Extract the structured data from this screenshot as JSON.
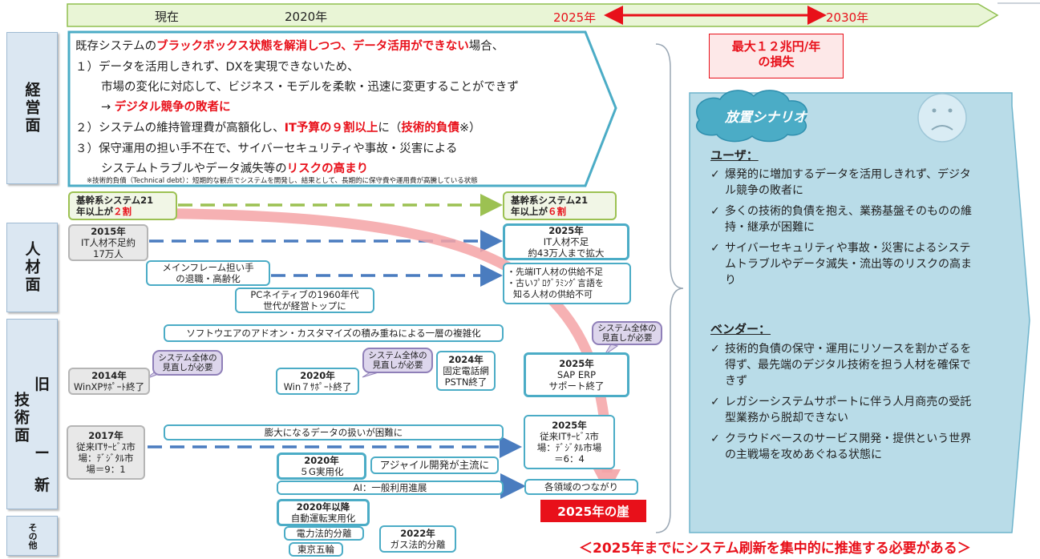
{
  "timeline": {
    "now": "現在",
    "y2020": "2020年",
    "y2025": "2025年",
    "y2030": "2030年"
  },
  "loss": {
    "line1": "最大１２兆円/年",
    "line2": "の損失"
  },
  "rows": {
    "management": "経営面",
    "people": "人材面",
    "tech_main": "技術面",
    "tech_old": "旧",
    "tech_dash": "ー",
    "tech_new": "新",
    "other": "その他"
  },
  "issue": {
    "intro_pre": "既存システムの",
    "intro_red": "ブラックボックス状態を解消しつつ、データ活用ができない",
    "intro_post": "場合、",
    "l1": "１）データを活用しきれず、DXを実現できないため、",
    "l1b": "市場の変化に対応して、ビジネス・モデルを柔軟・迅速に変更することができず",
    "l1c_arrow": "→",
    "l1c_red": "デジタル競争の敗者に",
    "l2_pre": "２）システムの維持管理費が高額化し、",
    "l2_red": "IT予算の９割以上",
    "l2_mid": "に（",
    "l2_red2": "技術的負債",
    "l2_post": "※）",
    "l3": "３）保守運用の担い手不在で、サイバーセキュリティや事故・災害による",
    "l3b_pre": "システムトラブルやデータ滅失等の",
    "l3b_red": "リスクの高まり",
    "note": "※技術的負債（Technical debt）：短期的な観点でシステムを開発し、結果として、長期的に保守費や運用費が高騰している状態"
  },
  "boxes": {
    "core_now_1": "基幹系システム21",
    "core_now_2a": "年以上が",
    "core_now_2b": "２割",
    "core_2025_1": "基幹系システム21",
    "core_2025_2a": "年以上が",
    "core_2025_2b": "６割",
    "it2015_1": "2015年",
    "it2015_2": "IT人材不足約",
    "it2015_3": "17万人",
    "it2025_1": "2025年",
    "it2025_2": "IT人材不足",
    "it2025_3": "約43万人まで拡大",
    "mf_1": "メインフレーム担い手",
    "mf_2": "の退職・高齢化",
    "adv_1": "・先端IT人材の供給不足",
    "adv_2": "・古いﾌﾟﾛｸﾞﾗﾐﾝｸﾞ言語を",
    "adv_3": "知る人材の供給不可",
    "pc_1": "PCネイティブの1960年代",
    "pc_2": "世代が経営トップに",
    "soft": "ソフトウエアのアドオン・カスタマイズの積み重ねによる一層の複雑化",
    "need1_1": "システム全体の",
    "need1_2": "見直しが必要",
    "need2_1": "システム全体の",
    "need2_2": "見直しが必要",
    "need3_1": "システム全体の",
    "need3_2": "見直しが必要",
    "xp_1": "2014年",
    "xp_2": "WinXPｻﾎﾟｰﾄ終了",
    "w7_1": "2020年",
    "w7_2": "Win７ｻﾎﾟｰﾄ終了",
    "pstn_1": "2024年",
    "pstn_2": "固定電話網",
    "pstn_3": "PSTN終了",
    "sap_1": "2025年",
    "sap_2": "SAP ERP",
    "sap_3": "サポート終了",
    "svc2017_1": "2017年",
    "svc2017_2": "従来ITｻｰﾋﾞｽ市",
    "svc2017_3": "場：ﾃﾞｼﾞﾀﾙ市",
    "svc2017_4": "場＝9：1",
    "data": "膨大になるデータの扱いが困難に",
    "svc2025_1": "2025年",
    "svc2025_2": "従来ITｻｰﾋﾞｽ市",
    "svc2025_3": "場：ﾃﾞｼﾞﾀﾙ市場",
    "svc2025_4": "＝6：4",
    "g5_1": "2020年",
    "g5_2": "５G実用化",
    "agile": "アジャイル開発が主流に",
    "ai": "AI：一般利用進展",
    "connect": "各領域のつながり",
    "auto_1": "2020年以降",
    "auto_2": "自動運転実用化",
    "power": "電力法的分離",
    "tokyo": "東京五輪",
    "gas_1": "2022年",
    "gas_2": "ガス法的分離"
  },
  "cliff": "2025年の崖",
  "scenario": {
    "title": "放置シナリオ",
    "user_heading": "ユーザ：",
    "user_items": [
      "爆発的に増加するデータを活用しきれず、デジタル競争の敗者に",
      "多くの技術的負債を抱え、業務基盤そのものの維持・継承が困難に",
      "サイバーセキュリティや事故・災害によるシステムトラブルやデータ滅失・流出等のリスクの高まり"
    ],
    "vendor_heading": "ベンダー：",
    "vendor_items": [
      "技術的負債の保守・運用にリソースを割かざるを得ず、最先端のデジタル技術を担う人材を確保できず",
      "レガシーシステムサポートに伴う人月商売の受託型業務から脱却できない",
      "クラウドベースのサービス開発・提供という世界の主戦場を攻めあぐねる状態に"
    ],
    "check": "✓"
  },
  "footer": "＜2025年までにシステム刷新を集中的に推進する必要がある＞",
  "colors": {
    "accent": "#4bacc6",
    "red": "#e8101a",
    "scenario_bg": "#b9dce8",
    "timeline_bg": "#e9f5d6"
  }
}
